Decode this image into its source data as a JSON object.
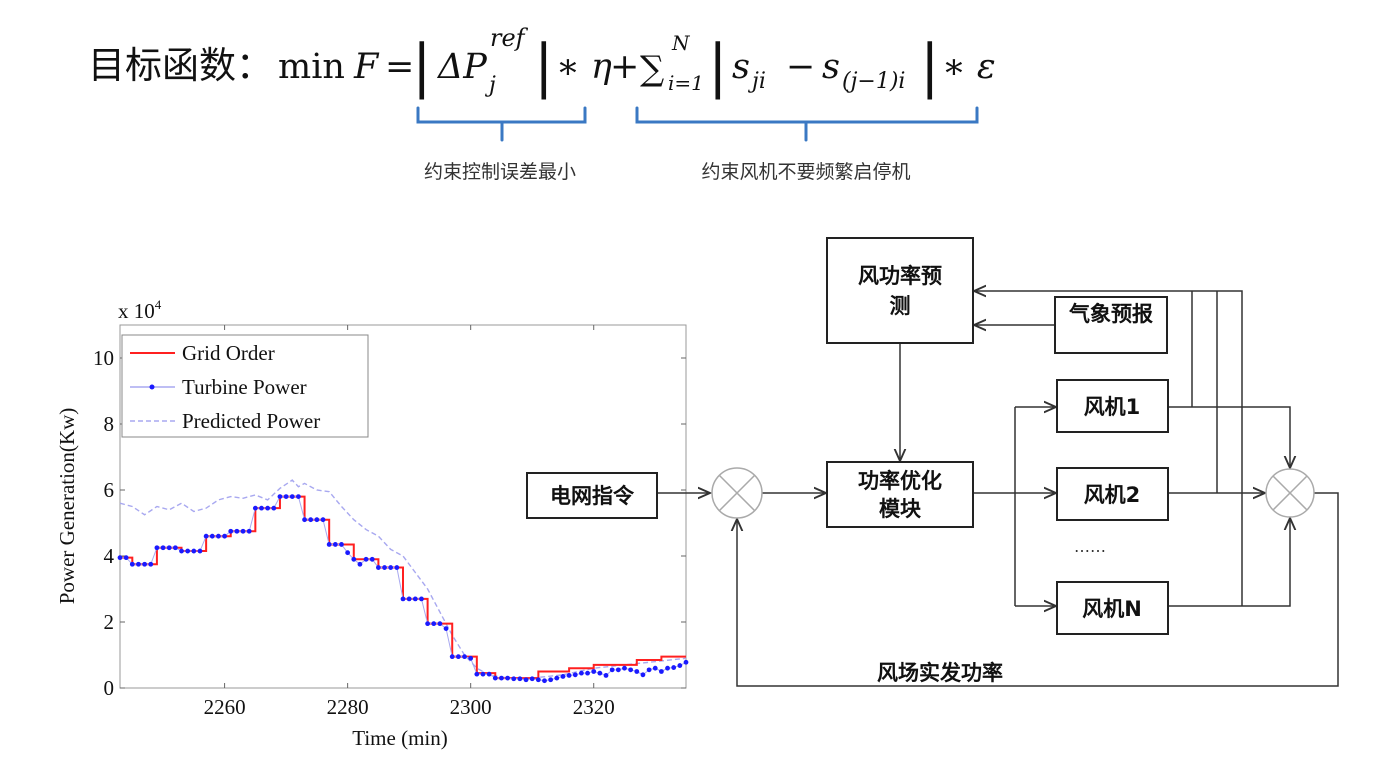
{
  "formula": {
    "label": "目标函数：",
    "min": "min",
    "F": "F",
    "eq": "=",
    "bar": "|",
    "delta_p": "ΔP",
    "sub_j": "j",
    "sup_ref": "ref",
    "times_eta": "∗ η",
    "plus": "+",
    "sum": "∑",
    "sum_upper": "N",
    "sum_lower": "i=1",
    "s1": "s",
    "s1_sub": "ji",
    "minus": "−",
    "s2": "s",
    "s2_sub": "(j−1)i",
    "times_eps": "∗ ε"
  },
  "annotations": {
    "term1": "约束控制误差最小",
    "term2": "约束风机不要频繁启停机",
    "brace_color": "#3a78c3"
  },
  "chart_data": {
    "type": "line",
    "title": "",
    "xlabel": "Time (min)",
    "ylabel": "Power Generation(Kw)",
    "y_multiplier": "x 10",
    "y_multiplier_exp": "4",
    "xlim": [
      2243,
      2335
    ],
    "ylim": [
      0,
      11
    ],
    "xticks": [
      2260,
      2280,
      2300,
      2320
    ],
    "yticks": [
      0,
      2,
      4,
      6,
      8,
      10
    ],
    "legend_position": "top-left",
    "x_start": 2243,
    "x_step": 1,
    "series": [
      {
        "name": "Grid Order",
        "color": "#ff2020",
        "style": "solid",
        "values": [
          3.95,
          3.95,
          3.75,
          3.75,
          3.75,
          3.75,
          4.25,
          4.25,
          4.25,
          4.25,
          4.15,
          4.15,
          4.15,
          4.15,
          4.6,
          4.6,
          4.6,
          4.6,
          4.75,
          4.75,
          4.75,
          4.75,
          5.45,
          5.45,
          5.45,
          5.45,
          5.8,
          5.8,
          5.8,
          5.8,
          5.1,
          5.1,
          5.1,
          5.1,
          4.35,
          4.35,
          4.35,
          4.35,
          3.9,
          3.9,
          3.9,
          3.9,
          3.65,
          3.65,
          3.65,
          3.65,
          2.7,
          2.7,
          2.7,
          2.7,
          1.95,
          1.95,
          1.95,
          1.95,
          0.95,
          0.95,
          0.95,
          0.95,
          0.45,
          0.45,
          0.45,
          0.3,
          0.3,
          0.3,
          0.3,
          0.3,
          0.3,
          0.3,
          0.5,
          0.5,
          0.5,
          0.5,
          0.5,
          0.6,
          0.6,
          0.6,
          0.6,
          0.7,
          0.7,
          0.7,
          0.7,
          0.7,
          0.7,
          0.7,
          0.85,
          0.85,
          0.85,
          0.85,
          0.95,
          0.95,
          0.95,
          0.95,
          0.95
        ]
      },
      {
        "name": "Turbine Power",
        "color": "#1a1aff",
        "style": "dot-line",
        "values": [
          3.95,
          3.95,
          3.75,
          3.75,
          3.75,
          3.75,
          4.25,
          4.25,
          4.25,
          4.25,
          4.15,
          4.15,
          4.15,
          4.15,
          4.6,
          4.6,
          4.6,
          4.6,
          4.75,
          4.75,
          4.75,
          4.75,
          5.45,
          5.45,
          5.45,
          5.45,
          5.8,
          5.8,
          5.8,
          5.8,
          5.1,
          5.1,
          5.1,
          5.1,
          4.35,
          4.35,
          4.35,
          4.1,
          3.9,
          3.75,
          3.9,
          3.9,
          3.65,
          3.65,
          3.65,
          3.65,
          2.7,
          2.7,
          2.7,
          2.7,
          1.95,
          1.95,
          1.95,
          1.8,
          0.95,
          0.95,
          0.95,
          0.9,
          0.42,
          0.42,
          0.42,
          0.3,
          0.3,
          0.3,
          0.28,
          0.28,
          0.25,
          0.28,
          0.25,
          0.22,
          0.25,
          0.3,
          0.35,
          0.38,
          0.4,
          0.45,
          0.45,
          0.5,
          0.45,
          0.38,
          0.55,
          0.55,
          0.6,
          0.55,
          0.5,
          0.4,
          0.55,
          0.6,
          0.5,
          0.6,
          0.62,
          0.68,
          0.78
        ]
      },
      {
        "name": "Predicted Power",
        "color": "#a8a8f0",
        "style": "dashed",
        "x": [
          2243,
          2245,
          2247,
          2249,
          2251,
          2253,
          2255,
          2257,
          2259,
          2261,
          2263,
          2265,
          2267,
          2269,
          2271,
          2272,
          2273,
          2275,
          2277,
          2279,
          2281,
          2283,
          2285,
          2287,
          2289,
          2291,
          2293,
          2295,
          2297,
          2299,
          2301,
          2303,
          2306,
          2310,
          2315,
          2320,
          2325,
          2330,
          2335
        ],
        "y": [
          5.6,
          5.5,
          5.25,
          5.5,
          5.4,
          5.6,
          5.35,
          5.45,
          5.7,
          5.8,
          5.75,
          5.85,
          5.7,
          6.05,
          6.3,
          6.1,
          6.2,
          6.0,
          5.95,
          5.5,
          5.1,
          4.8,
          4.6,
          4.2,
          4.0,
          3.5,
          3.0,
          2.3,
          1.6,
          1.0,
          0.6,
          0.4,
          0.3,
          0.3,
          0.4,
          0.6,
          0.7,
          0.8,
          0.9
        ]
      }
    ]
  },
  "diagram": {
    "grid_order": "电网指令",
    "wind_forecast": "风功率预测",
    "weather_forecast": "气象预报",
    "optimizer": "功率优化模块",
    "turbine1": "风机1",
    "turbine2": "风机2",
    "ellipsis": "……",
    "turbineN": "风机N",
    "feedback": "风场实发功率"
  }
}
